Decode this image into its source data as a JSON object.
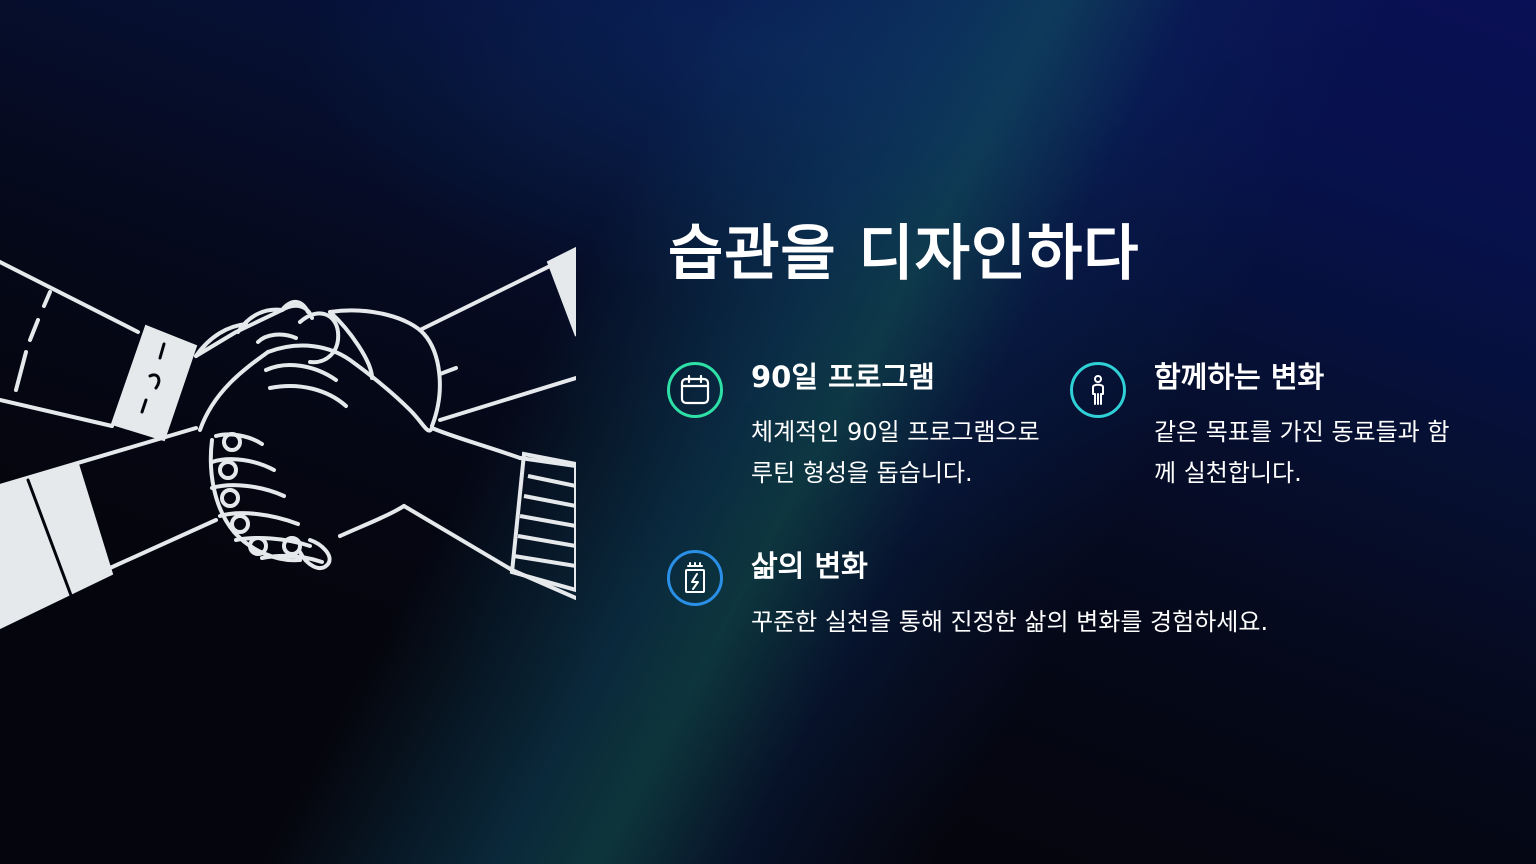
{
  "slide": {
    "title": "습관을 디자인하다"
  },
  "illustration": {
    "icon": "handshake-illustration"
  },
  "features": [
    {
      "icon": "calendar-icon",
      "accent": "#2fe0a6",
      "title": "90일 프로그램",
      "description": "체계적인 90일 프로그램으로 루틴 형성을 돕습니다."
    },
    {
      "icon": "person-icon",
      "accent": "#2fd0d6",
      "title": "함께하는 변화",
      "description": "같은 목표를 가진 동료들과 함께 실천합니다."
    },
    {
      "icon": "battery-charge-icon",
      "accent": "#2a8fe6",
      "title": "삶의 변화",
      "description": "꾸준한 실천을 통해 진정한 삶의 변화를 경험하세요."
    }
  ],
  "colors": {
    "background": "#05050d",
    "text": "#ffffff",
    "line_art": "#e6e9ec"
  }
}
